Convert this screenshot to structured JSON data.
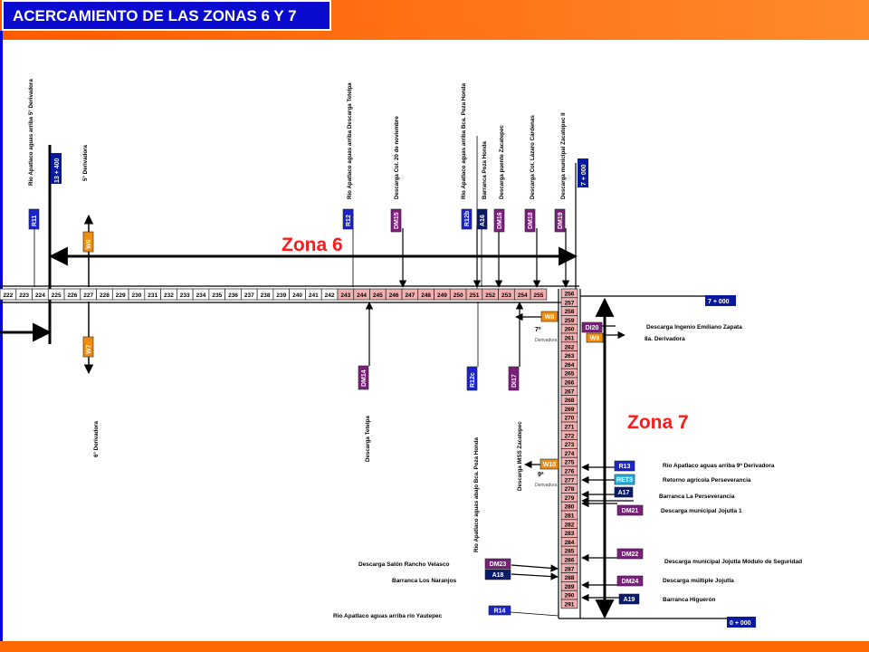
{
  "header": {
    "title": "ACERCAMIENTO DE LAS ZONAS 6 Y 7"
  },
  "zones": {
    "zona6": "Zona 6",
    "zona7": "Zona 7"
  },
  "kilometers": {
    "km13": "13 + 400",
    "km7a": "7 + 000",
    "km7b": "7 + 000",
    "km0": "0 + 000"
  },
  "colors": {
    "header": "#0b0bd0",
    "accent": "#ff6a00",
    "zone_text": "#ff1a1a",
    "cell_white": "#ffffff",
    "cell_pink": "#f2b0b0",
    "tag_blue": "#1a24c8",
    "tag_purple": "#7a1f7a",
    "tag_orange": "#f08c10",
    "tag_navy": "#0a1a6a",
    "tag_cyan": "#2ab0e0"
  },
  "rows": {
    "horizontal_numbers": [
      "222",
      "223",
      "224",
      "225",
      "226",
      "227",
      "228",
      "229",
      "230",
      "231",
      "232",
      "233",
      "234",
      "235",
      "236",
      "237",
      "238",
      "239",
      "240",
      "241",
      "242",
      "243",
      "244",
      "245",
      "246",
      "247",
      "248",
      "249",
      "250",
      "251",
      "252",
      "253",
      "254",
      "255"
    ],
    "vertical_numbers": [
      "256",
      "257",
      "258",
      "259",
      "260",
      "261",
      "262",
      "263",
      "264",
      "265",
      "266",
      "267",
      "268",
      "269",
      "270",
      "271",
      "272",
      "273",
      "274",
      "275",
      "276",
      "277",
      "278",
      "279",
      "280",
      "281",
      "282",
      "283",
      "284",
      "285",
      "286",
      "287",
      "288",
      "289",
      "290",
      "291"
    ]
  },
  "top_labels": [
    {
      "tag": "R11",
      "text": "Rio Apatlaco aguas arriba 5° Derivadora"
    },
    {
      "tag": "W6",
      "text": "5° Derivadora"
    },
    {
      "tag": "R12",
      "text": "Rio Apatlaco aguas arriba Descarga Tetelpa"
    },
    {
      "tag": "DM15",
      "text": "Descarga Col. 20 de noviembre"
    },
    {
      "tag": "R12b",
      "text": "Rio Apatlaco aguas arriba Bca. Poza Honda"
    },
    {
      "tag": "A16",
      "text": "Barranca Poza Honda"
    },
    {
      "tag": "DM16",
      "text": "Descarga puente Zacatepec"
    },
    {
      "tag": "DM18",
      "text": "Descarga Col. Lázaro Cárdenas"
    },
    {
      "tag": "DM19",
      "text": "Descarga municipal Zacatepec II"
    }
  ],
  "bottom_labels": [
    {
      "tag": "W7",
      "text": "6° Derivadora"
    },
    {
      "tag": "DM14",
      "text": "Descarga Tetelpa"
    },
    {
      "tag": "R12c",
      "text": "Rio Apatlaco aguas abajo Bca. Poza Honda"
    },
    {
      "tag": "DI17",
      "text": "Descarga IMSS Zacatepec"
    }
  ],
  "mid_tags": {
    "w8": "W8",
    "w8_num": "7ª",
    "w8_sub": "Derivadora",
    "w10": "W10",
    "w10_num": "9ª",
    "w10_sub": "Derivadora",
    "di20": "DI20",
    "w9": "W9"
  },
  "right_labels": [
    {
      "tag": "",
      "text": "Descarga Ingenio Emiliano Zapata"
    },
    {
      "tag": "",
      "text": "8a. Derivadora"
    },
    {
      "tag": "R13",
      "text": "Rio Apatlaco aguas arriba 9ª Derivadora"
    },
    {
      "tag": "RET3",
      "text": "Retorno agrícola Perseverancia"
    },
    {
      "tag": "A17",
      "text": "Barranca La Perseverancia"
    },
    {
      "tag": "DM21",
      "text": "Descarga municipal Jojutla 1"
    },
    {
      "tag": "DM22",
      "text": "Descarga municipal Jojutla Módulo de Seguridad"
    },
    {
      "tag": "DM24",
      "text": "Descarga múltiple Jojutla"
    },
    {
      "tag": "A19",
      "text": "Barranca Higuerón"
    }
  ],
  "left_labels": [
    {
      "tag": "DM23",
      "text": "Descarga Salón Rancho Velasco"
    },
    {
      "tag": "A18",
      "text": "Barranca Los Naranjos"
    },
    {
      "tag": "R14",
      "text": "Rio Apatlaco aguas arriba río Yautepec"
    }
  ]
}
